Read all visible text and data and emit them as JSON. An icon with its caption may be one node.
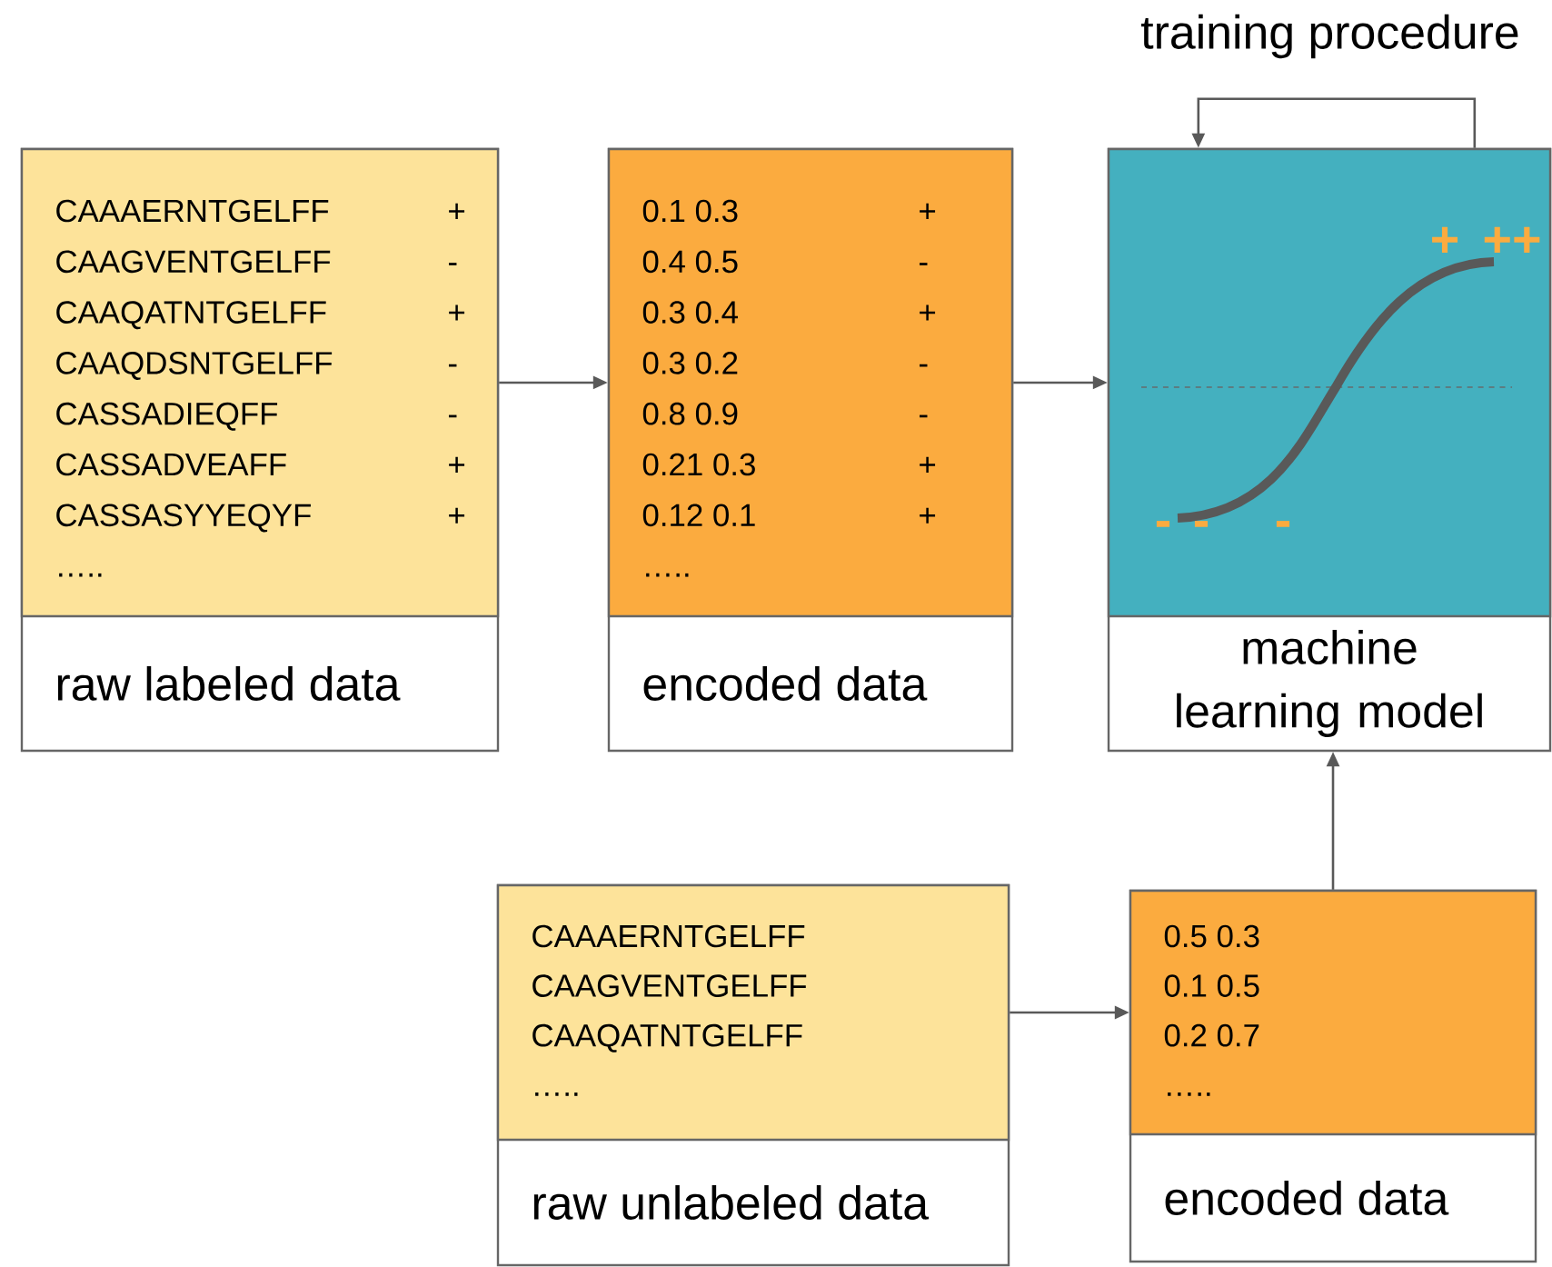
{
  "diagram": {
    "nodes": [
      {
        "text": [
          "raw labeled data"
        ]
      },
      {
        "text": [
          "CAAAERNTGELFF",
          "+",
          "CAAGVENTGELFF",
          "-",
          "CAAQATNTGELFF",
          "+",
          "CAAQDSNTGELFF",
          "-",
          "CASSADIEQFF",
          "-",
          "CASSADVEAFF",
          "+",
          "CASSASYYEQYF",
          "+",
          "….."
        ],
        "in": 0
      },
      {
        "text": [
          "encoded data"
        ]
      },
      {
        "text": [
          "0.1 0.3",
          "+",
          "0.4 0.5",
          "-",
          "0.3 0.4",
          "+",
          "0.3 0.2",
          "-",
          "0.8 0.9",
          "-",
          "0.21 0.3",
          "+",
          "0.12 0.1",
          "+",
          "….."
        ],
        "in": 2
      },
      {
        "text": [
          "machine learning model"
        ]
      },
      {
        "text": [
          "+",
          "++",
          "-",
          "-",
          "-"
        ],
        "in": 4
      },
      {
        "text": [
          "raw unlabeled data"
        ]
      },
      {
        "text": [
          "CAAAERNTGELFF",
          "CAAGVENTGELFF",
          "CAAQATNTGELFF",
          "….."
        ],
        "in": 6
      },
      {
        "text": [
          "encoded data"
        ]
      },
      {
        "text": [
          "0.5 0.3",
          "0.1 0.5",
          "0.2 0.7",
          "….."
        ],
        "in": 8
      }
    ],
    "edges": [
      {
        "from": 1,
        "to": 3,
        "arrow": "to"
      },
      {
        "from": 3,
        "to": 5,
        "arrow": "to"
      },
      {
        "from": 5,
        "to": 5,
        "arrow": "to",
        "label": "training procedure"
      },
      {
        "from": 7,
        "to": 9,
        "arrow": "to"
      },
      {
        "from": 8,
        "to": 4,
        "arrow": "to"
      }
    ]
  }
}
